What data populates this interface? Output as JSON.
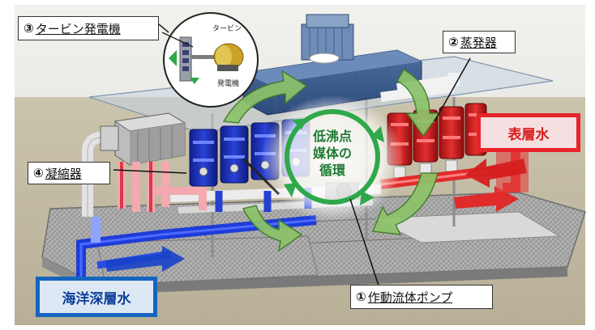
{
  "callouts": {
    "turbine": {
      "number": "③",
      "label": "タービン発電機"
    },
    "evaporator": {
      "number": "②",
      "label": "蒸発器"
    },
    "condenser": {
      "number": "④",
      "label": "凝縮器"
    },
    "pump": {
      "number": "①",
      "label": "作動流体ポンプ"
    }
  },
  "water_labels": {
    "surface": "表層水",
    "deep": "海洋深層水"
  },
  "cycle": {
    "line1": "低沸点",
    "line2": "媒体の",
    "line3": "循環"
  },
  "inset": {
    "turbine_label": "タービン",
    "generator_label": "発電機"
  },
  "colors": {
    "surface_water": "#e8232a",
    "deep_water": "#1565c0",
    "cycle_green": "#2ea84a",
    "evaporator_red": "#d81e1e",
    "condenser_blue": "#1b2fb5"
  }
}
